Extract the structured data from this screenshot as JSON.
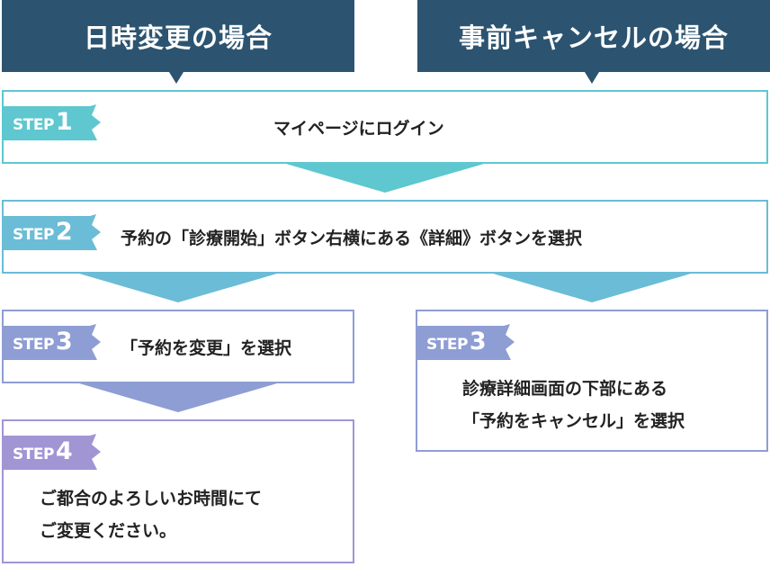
{
  "headers": {
    "left": "日時変更の場合",
    "right": "事前キャンセルの場合"
  },
  "steps": {
    "step1": {
      "tag": "STEP",
      "num": "1",
      "text": "マイページにログイン"
    },
    "step2": {
      "tag": "STEP",
      "num": "2",
      "text": "予約の「診療開始」ボタン右横にある《詳細》ボタンを選択"
    },
    "step3_left": {
      "tag": "STEP",
      "num": "3",
      "text": "「予約を変更」を選択"
    },
    "step3_right": {
      "tag": "STEP",
      "num": "3",
      "line1": "診療詳細画面の下部にある",
      "line2": "「予約をキャンセル」を選択"
    },
    "step4": {
      "tag": "STEP",
      "num": "4",
      "line1": "ご都合のよろしいお時間にて",
      "line2": "ご変更ください。"
    }
  },
  "colors": {
    "header": "#2c5470",
    "step1": "#5ec7cf",
    "step2": "#6bbcd6",
    "step3_left": "#8e9dd3",
    "step3_right": "#8e9dd3",
    "step4": "#a195d4"
  }
}
